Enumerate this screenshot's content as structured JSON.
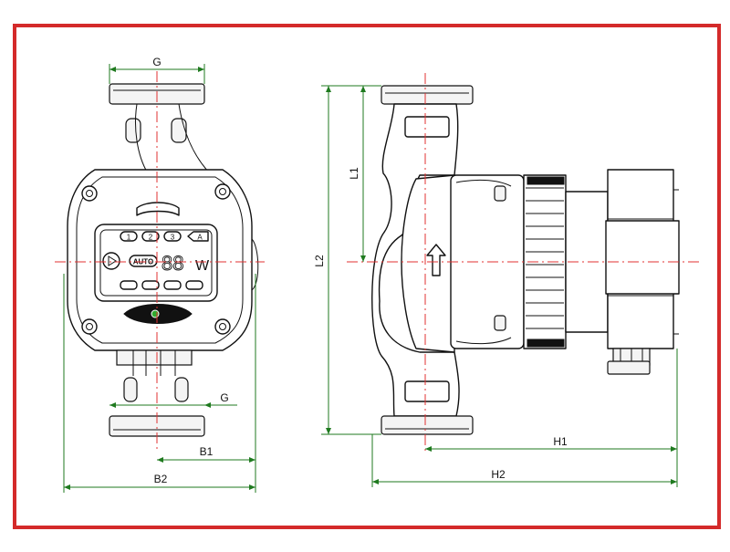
{
  "colors": {
    "frame": "#d42a2a",
    "dimension": "#1f7a1f",
    "axis": "#e03030",
    "part": "#111111"
  },
  "dimensions": {
    "g_top": "G",
    "g_bottom": "G",
    "b1": "B1",
    "b2": "B2",
    "l1": "L1",
    "l2": "L2",
    "h1": "H1",
    "h2": "H2"
  },
  "panel": {
    "speed_1": "1",
    "speed_2": "2",
    "speed_3": "3",
    "mode_a": "A",
    "auto": "AUTO",
    "display": "88",
    "unit": "W"
  },
  "icons": {
    "play": "play-icon",
    "flow_arrow": "flow-arrow-icon"
  }
}
